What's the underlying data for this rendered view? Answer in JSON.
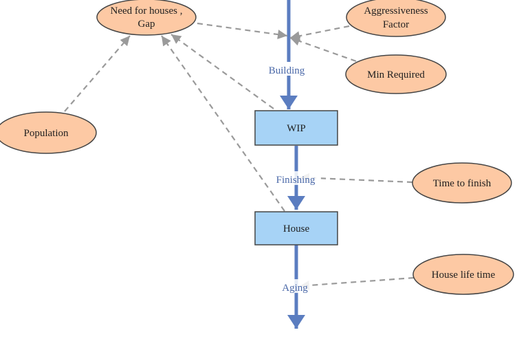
{
  "colors": {
    "aux_fill": "#fdc9a4",
    "aux_stroke": "#444444",
    "stock_fill": "#a7d3f6",
    "stock_stroke": "#444444",
    "flow": "#5b7dc0",
    "link": "#9a9a9a",
    "flow_label": "#4a68a8"
  },
  "auxiliaries": {
    "need_for_houses": {
      "line1": "Need for houses ,",
      "line2": "Gap"
    },
    "aggressiveness": {
      "line1": "Aggressiveness",
      "line2": "Factor"
    },
    "min_required": {
      "label": "Min Required"
    },
    "population": {
      "label": "Population"
    },
    "time_to_finish": {
      "label": "Time to finish"
    },
    "house_life_time": {
      "label": "House life time"
    }
  },
  "stocks": {
    "wip": {
      "label": "WIP"
    },
    "house": {
      "label": "House"
    }
  },
  "flows": {
    "building": {
      "label": "Building"
    },
    "finishing": {
      "label": "Finishing"
    },
    "aging": {
      "label": "Aging"
    }
  }
}
